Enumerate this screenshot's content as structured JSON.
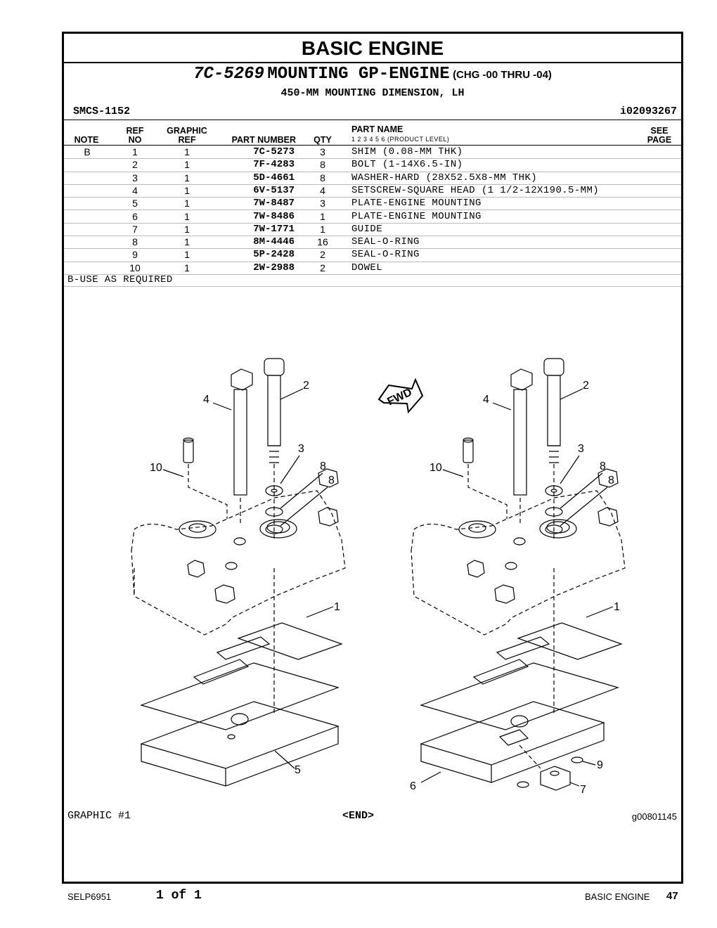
{
  "page_title": "BASIC ENGINE",
  "group": {
    "part_number": "7C-5269",
    "name": "MOUNTING GP-ENGINE",
    "change": "(CHG -00 THRU -04)",
    "subtitle": "450-MM MOUNTING DIMENSION, LH"
  },
  "smcs": "SMCS-1152",
  "ident": "i02093267",
  "columns": {
    "note": "NOTE",
    "ref_top": "REF",
    "ref_bottom": "NO",
    "graphic_top": "GRAPHIC",
    "graphic_bottom": "REF",
    "part_number": "PART NUMBER",
    "qty": "QTY",
    "part_name": "PART NAME",
    "product_level": "1  2  3  4  5  6  (PRODUCT LEVEL)",
    "see_top": "SEE",
    "see_bottom": "PAGE"
  },
  "parts": [
    {
      "note": "B",
      "ref": "1",
      "graphic": "1",
      "pn": "7C-5273",
      "qty": "3",
      "name": "SHIM (0.08-MM THK)"
    },
    {
      "note": "",
      "ref": "2",
      "graphic": "1",
      "pn": "7F-4283",
      "qty": "8",
      "name": "BOLT (1-14X6.5-IN)"
    },
    {
      "note": "",
      "ref": "3",
      "graphic": "1",
      "pn": "5D-4661",
      "qty": "8",
      "name": "WASHER-HARD (28X52.5X8-MM THK)"
    },
    {
      "note": "",
      "ref": "4",
      "graphic": "1",
      "pn": "6V-5137",
      "qty": "4",
      "name": "SETSCREW-SQUARE HEAD (1 1/2-12X190.5-MM)"
    },
    {
      "note": "",
      "ref": "5",
      "graphic": "1",
      "pn": "7W-8487",
      "qty": "3",
      "name": "PLATE-ENGINE MOUNTING"
    },
    {
      "note": "",
      "ref": "6",
      "graphic": "1",
      "pn": "7W-8486",
      "qty": "1",
      "name": "PLATE-ENGINE MOUNTING"
    },
    {
      "note": "",
      "ref": "7",
      "graphic": "1",
      "pn": "7W-1771",
      "qty": "1",
      "name": "GUIDE"
    },
    {
      "note": "",
      "ref": "8",
      "graphic": "1",
      "pn": "8M-4446",
      "qty": "16",
      "name": "SEAL-O-RING"
    },
    {
      "note": "",
      "ref": "9",
      "graphic": "1",
      "pn": "5P-2428",
      "qty": "2",
      "name": "SEAL-O-RING"
    },
    {
      "note": "",
      "ref": "10",
      "graphic": "1",
      "pn": "2W-2988",
      "qty": "2",
      "name": "DOWEL"
    }
  ],
  "note_text": "B-USE AS REQUIRED",
  "graphic": {
    "label": "GRAPHIC #1",
    "end": "<END>",
    "id": "g00801145",
    "fwd": "FWD",
    "left_callouts": {
      "c4": "4",
      "c2": "2",
      "c10": "10",
      "c3": "3",
      "c8a": "8",
      "c8b": "8",
      "c1": "1",
      "c5": "5"
    },
    "right_callouts": {
      "c4": "4",
      "c2": "2",
      "c10": "10",
      "c3": "3",
      "c8a": "8",
      "c8b": "8",
      "c1": "1",
      "c6": "6",
      "c9": "9",
      "c7": "7"
    }
  },
  "footer": {
    "doc": "SELP6951",
    "pages": "1 of 1",
    "section": "BASIC ENGINE",
    "page_no": "47"
  }
}
